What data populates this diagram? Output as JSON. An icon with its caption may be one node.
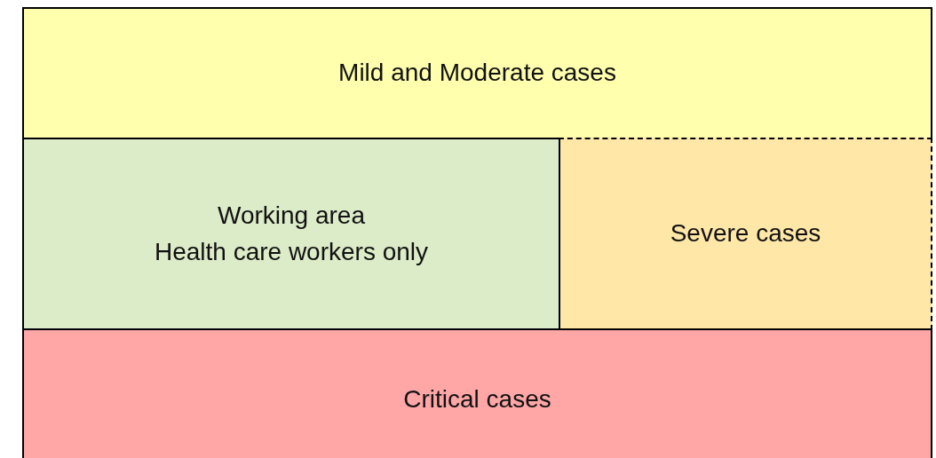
{
  "diagram": {
    "nodes": [
      {
        "text": [
          "Mild and Moderate cases"
        ]
      },
      {
        "text": [
          "Working area",
          "Health care workers only"
        ]
      },
      {
        "text": [
          "Severe cases"
        ]
      },
      {
        "text": [
          "Critical cases"
        ]
      }
    ]
  }
}
